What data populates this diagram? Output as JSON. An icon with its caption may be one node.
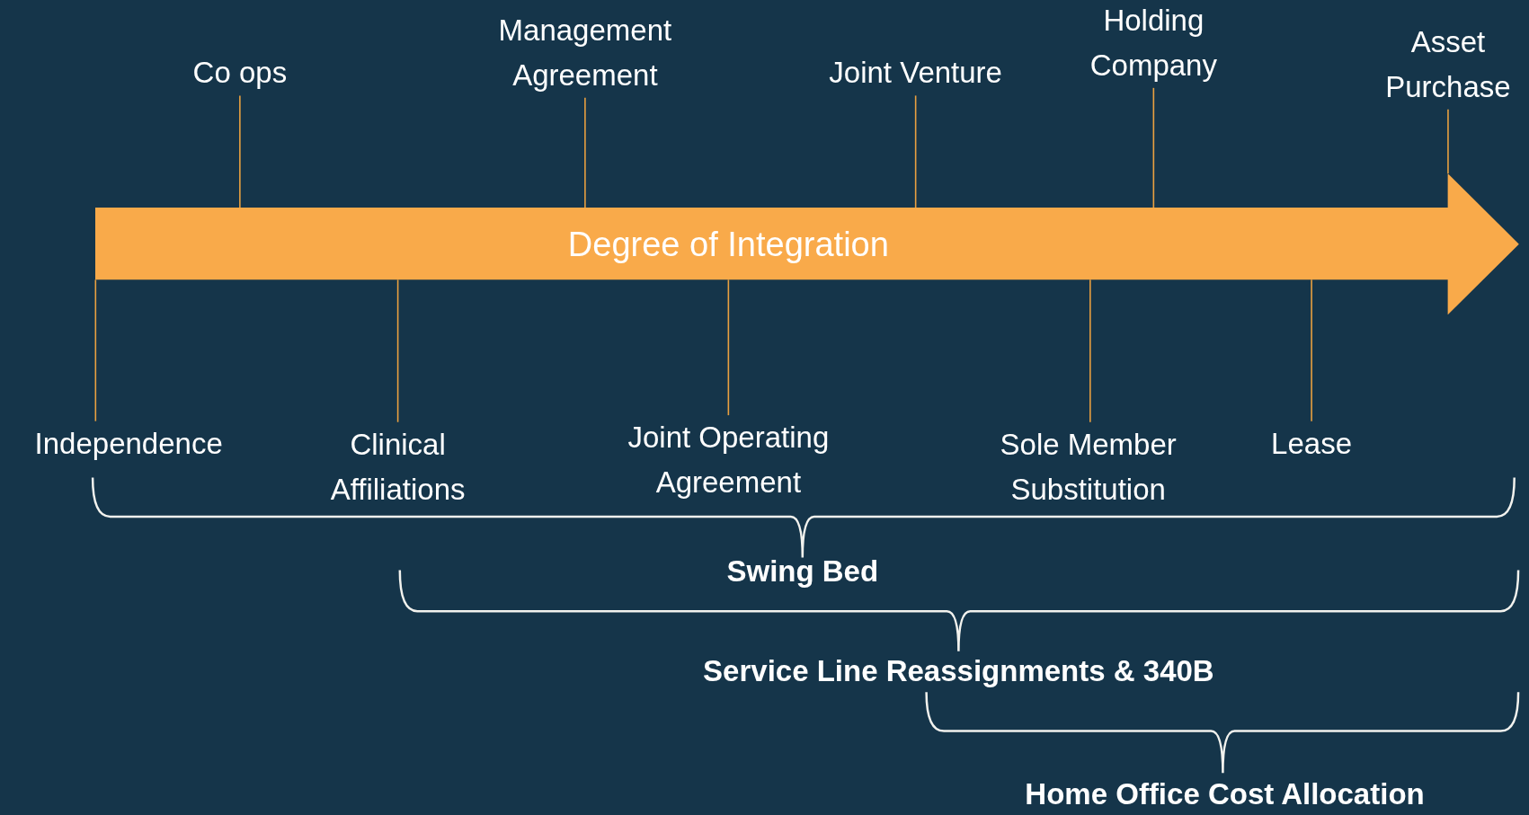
{
  "diagram": {
    "nodes": [
      {
        "text": [
          "Co ops"
        ]
      },
      {
        "text": [
          "Management Agreement"
        ]
      },
      {
        "text": [
          "Joint Venture"
        ]
      },
      {
        "text": [
          "Holding Company"
        ]
      },
      {
        "text": [
          "Asset Purchase"
        ]
      },
      {
        "text": [
          "Degree of Integration"
        ]
      },
      {
        "text": [
          "Independence"
        ]
      },
      {
        "text": [
          "Clinical Affiliations"
        ]
      },
      {
        "text": [
          "Joint Operating Agreement"
        ]
      },
      {
        "text": [
          "Sole Member Substitution"
        ]
      },
      {
        "text": [
          "Lease"
        ]
      }
    ],
    "edges": [
      {
        "from": 0,
        "to": 5,
        "arrow": "none"
      },
      {
        "from": 1,
        "to": 5,
        "arrow": "none"
      },
      {
        "from": 2,
        "to": 5,
        "arrow": "none"
      },
      {
        "from": 3,
        "to": 5,
        "arrow": "none"
      },
      {
        "from": 4,
        "to": 5,
        "arrow": "none"
      },
      {
        "from": 6,
        "to": 5,
        "arrow": "none"
      },
      {
        "from": 7,
        "to": 5,
        "arrow": "none"
      },
      {
        "from": 8,
        "to": 5,
        "arrow": "none"
      },
      {
        "from": 9,
        "to": 5,
        "arrow": "none"
      },
      {
        "from": 10,
        "to": 5,
        "arrow": "none"
      }
    ],
    "labels": [
      "Swing Bed",
      "Service Line Reassignments & 340B",
      "Home Office Cost Allocation"
    ]
  }
}
